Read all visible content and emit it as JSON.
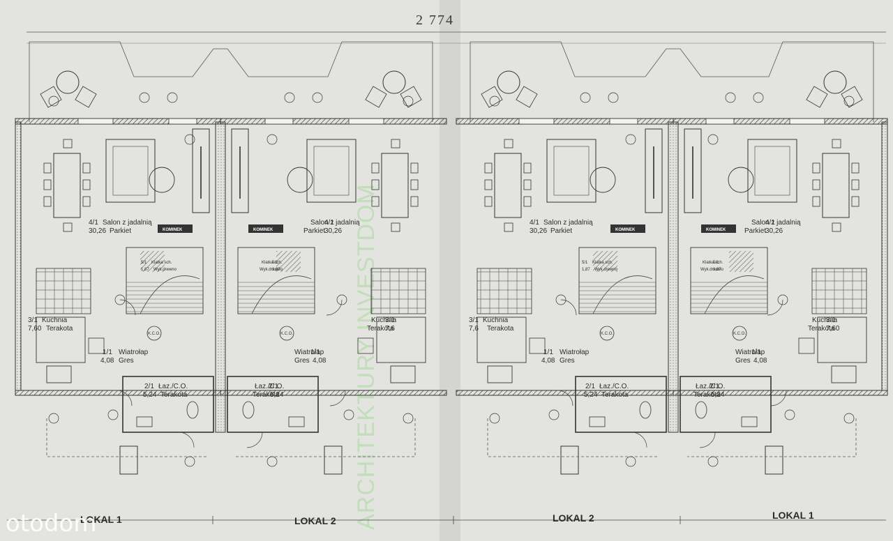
{
  "plan": {
    "overall_dimension": "2 774",
    "watermark": "ARCHITEKTURY INVESTDOM",
    "brand_logo": "otodom",
    "units": [
      {
        "lokal_label": "LOKAL 1",
        "salon_code": "4/1",
        "salon_name": "Salon z jadalnią",
        "salon_area": "30,26",
        "salon_floor": "Parkiet",
        "stairs_code": "5/1",
        "stairs_name": "Klatka sch.",
        "stairs_area": "1,87",
        "stairs_floor": "Wyk.drewno",
        "kitchen_code": "3/1",
        "kitchen_name": "Kuchnia",
        "kitchen_area": "7,60",
        "kitchen_floor": "Terakota",
        "vest_code": "1/1",
        "vest_name": "Wiatrołap",
        "vest_area": "4,08",
        "vest_floor": "Gres",
        "bath_code": "2/1",
        "bath_name": "Łaz./C.O.",
        "bath_area": "5,24",
        "bath_floor": "Terakota",
        "fireplace": "KOMINEK",
        "boiler": "K.C.O."
      },
      {
        "lokal_label": "LOKAL 2",
        "salon_code": "4/1",
        "salon_name": "Salon z jadalnią",
        "salon_area": "30,26",
        "salon_floor": "Parkiet",
        "stairs_code": "5/1",
        "stairs_name": "Klatka sch.",
        "stairs_area": "1,87",
        "stairs_floor": "Wyk.drewno",
        "kitchen_code": "3/1",
        "kitchen_name": "Kuchnia",
        "kitchen_area": "7,6",
        "kitchen_floor": "Terakota",
        "vest_code": "1/1",
        "vest_name": "Wiatrołap",
        "vest_area": "4,08",
        "vest_floor": "Gres",
        "bath_code": "2/1",
        "bath_name": "Łaz./C.O.",
        "bath_area": "5,24",
        "bath_floor": "Terakota",
        "fireplace": "KOMINEK",
        "boiler": "K.C.O."
      },
      {
        "lokal_label": "LOKAL 2",
        "salon_code": "4/1",
        "salon_name": "Salon z jadalnią",
        "salon_area": "30,26",
        "salon_floor": "Parkiet",
        "stairs_code": "5/1",
        "stairs_name": "Klatka sch.",
        "stairs_area": "1,87",
        "stairs_floor": "Wyk.drewno",
        "kitchen_code": "3/1",
        "kitchen_name": "Kuchnia",
        "kitchen_area": "7,6",
        "kitchen_floor": "Terakota",
        "vest_code": "1/1",
        "vest_name": "Wiatrołap",
        "vest_area": "4,08",
        "vest_floor": "Gres",
        "bath_code": "2/1",
        "bath_name": "Łaz./C.O.",
        "bath_area": "5,24",
        "bath_floor": "Terakota",
        "fireplace": "KOMINEK",
        "boiler": "K.C.O."
      },
      {
        "lokal_label": "LOKAL 1",
        "salon_code": "4/1",
        "salon_name": "Salon z jadalnią",
        "salon_area": "30,26",
        "salon_floor": "Parkiet",
        "stairs_code": "5/1",
        "stairs_name": "Klatka sch.",
        "stairs_area": "1,87",
        "stairs_floor": "Wyk.drewno",
        "kitchen_code": "3/1",
        "kitchen_name": "Kuchnia",
        "kitchen_area": "7,60",
        "kitchen_floor": "Terakota",
        "vest_code": "1/1",
        "vest_name": "Wiatrołap",
        "vest_area": "4,08",
        "vest_floor": "Gres",
        "bath_code": "2/1",
        "bath_name": "Łaz./C.O.",
        "bath_area": "5,24",
        "bath_floor": "Terakota",
        "fireplace": "KOMINEK",
        "boiler": "K.C.O."
      }
    ],
    "colors": {
      "paper": "#e3e3e0",
      "ink": "#2c2c2c",
      "wall": "#3a3a3a",
      "watermark": "#b8dcae"
    }
  }
}
